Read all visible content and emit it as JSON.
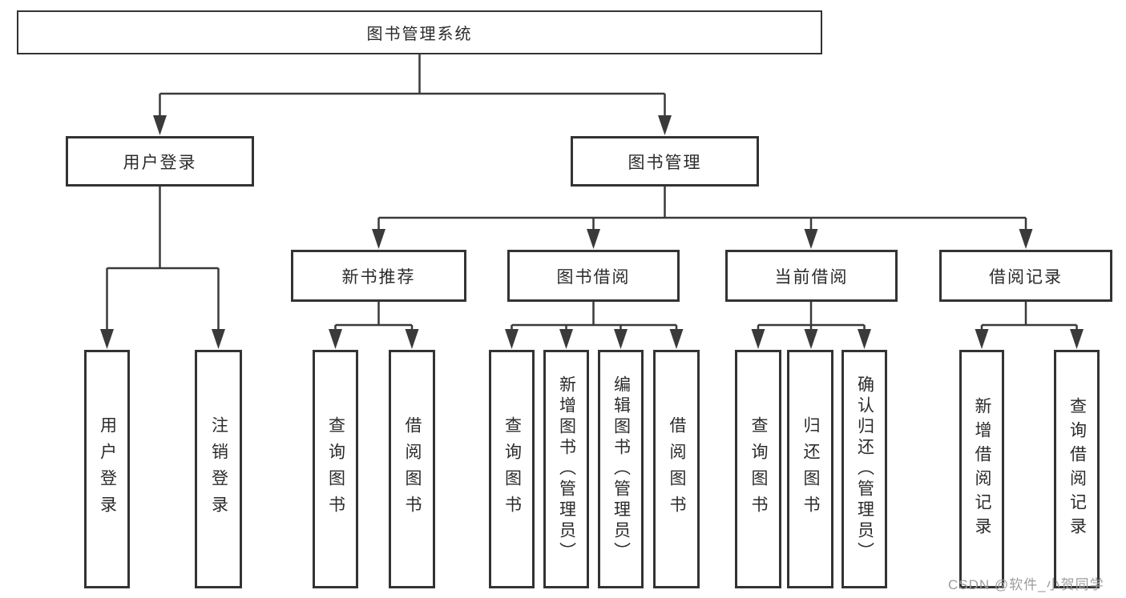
{
  "root": {
    "label": "图书管理系统"
  },
  "branches": [
    {
      "label": "用户登录"
    },
    {
      "label": "图书管理"
    }
  ],
  "modules": [
    {
      "label": "新书推荐"
    },
    {
      "label": "图书借阅"
    },
    {
      "label": "当前借阅"
    },
    {
      "label": "借阅记录"
    }
  ],
  "leaves": [
    {
      "label": "用户登录"
    },
    {
      "label": "注销登录"
    },
    {
      "label": "查询图书"
    },
    {
      "label": "借阅图书"
    },
    {
      "label": "查询图书"
    },
    {
      "label": "新增图书（管理员）"
    },
    {
      "label": "编辑图书（管理员）"
    },
    {
      "label": "借阅图书"
    },
    {
      "label": "查询图书"
    },
    {
      "label": "归还图书"
    },
    {
      "label": "确认归还（管理员）"
    },
    {
      "label": "新增借阅记录"
    },
    {
      "label": "查询借阅记录"
    }
  ],
  "watermark": {
    "text": "CSDN @软件_小贺同学"
  },
  "colors": {
    "line": "#3a3a3a",
    "box_border": "#333333",
    "box_fill": "#ffffff",
    "text": "#2b2b2b",
    "watermark": "#9d9d9d",
    "background": "#ffffff"
  }
}
